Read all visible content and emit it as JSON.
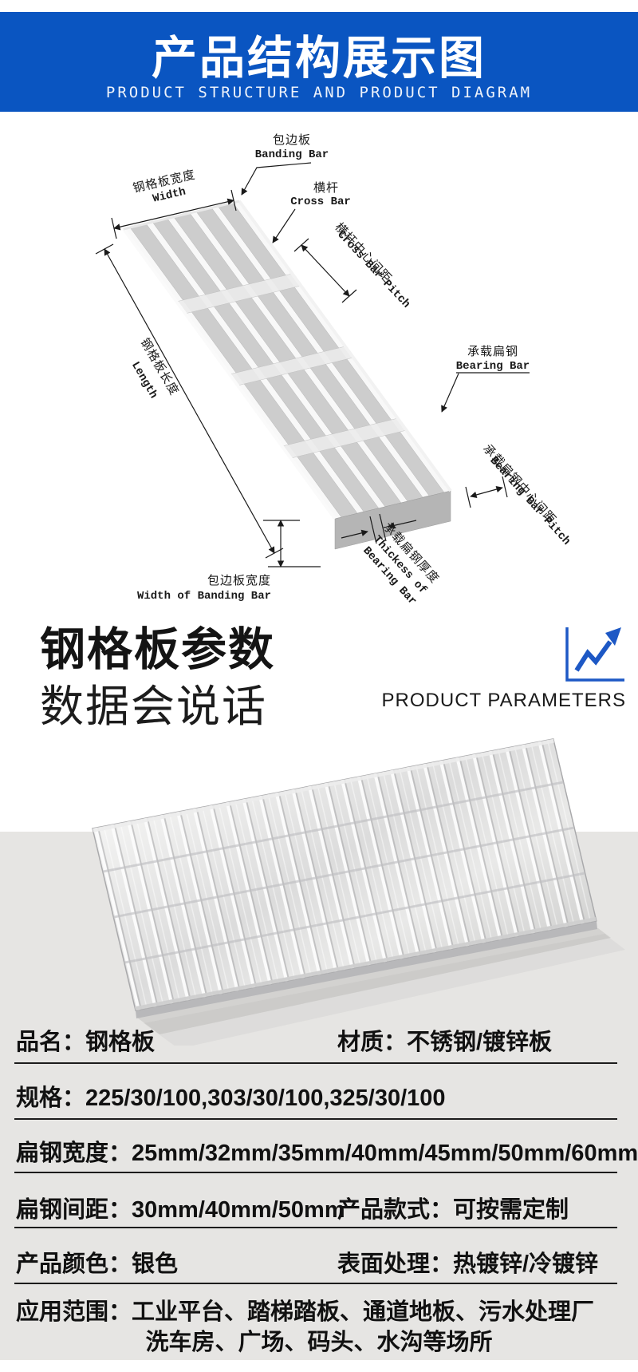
{
  "header": {
    "title": "产品结构展示图",
    "subtitle": "PRODUCT STRUCTURE AND PRODUCT DIAGRAM"
  },
  "diagram": {
    "banding_bar": {
      "cn": "包边板",
      "en": "Banding Bar"
    },
    "width": {
      "cn": "钢格板宽度",
      "en": "Width"
    },
    "cross_bar": {
      "cn": "横杆",
      "en": "Cross Bar"
    },
    "cross_bar_pitch": {
      "cn": "横杆中心间距",
      "en": "Cross Bar Pitch"
    },
    "length": {
      "cn": "钢格板长度",
      "en": "Length"
    },
    "bearing_bar": {
      "cn": "承载扁钢",
      "en": "Bearing Bar"
    },
    "bearing_bar_pitch": {
      "cn": "承载扁钢中心间距",
      "en": "Bearing Bar Pitch"
    },
    "bearing_bar_thickness": {
      "cn": "承载扁钢厚度",
      "en1": "Thickess of",
      "en2": "Bearing Bar"
    },
    "banding_bar_width": {
      "cn": "包边板宽度",
      "en": "Width of Banding Bar"
    }
  },
  "params_heading": {
    "title_cn_1": "钢格板参数",
    "title_cn_2": "数据会说话",
    "title_en": "PRODUCT PARAMETERS",
    "icon": "growth-chart-icon"
  },
  "spec_table": {
    "rows": [
      {
        "left": "品名：钢格板",
        "right": "材质：不锈钢/镀锌板"
      },
      {
        "full": "规格：225/30/100,303/30/100,325/30/100"
      },
      {
        "full": "扁钢宽度：25mm/32mm/35mm/40mm/45mm/50mm/60mm"
      },
      {
        "left": "扁钢间距：30mm/40mm/50mm",
        "right": "产品款式：可按需定制"
      },
      {
        "left": "产品颜色：银色",
        "right": "表面处理：热镀锌/冷镀锌"
      },
      {
        "line1": "应用范围：工业平台、踏梯踏板、通道地板、污水处理厂",
        "line2": "洗车房、广场、码头、水沟等场所"
      }
    ]
  },
  "colors": {
    "header_blue": "#0a55c1",
    "icon_blue": "#1d58c5",
    "band_gray": "#e6e5e3",
    "text_dark": "#1a1a1a"
  }
}
